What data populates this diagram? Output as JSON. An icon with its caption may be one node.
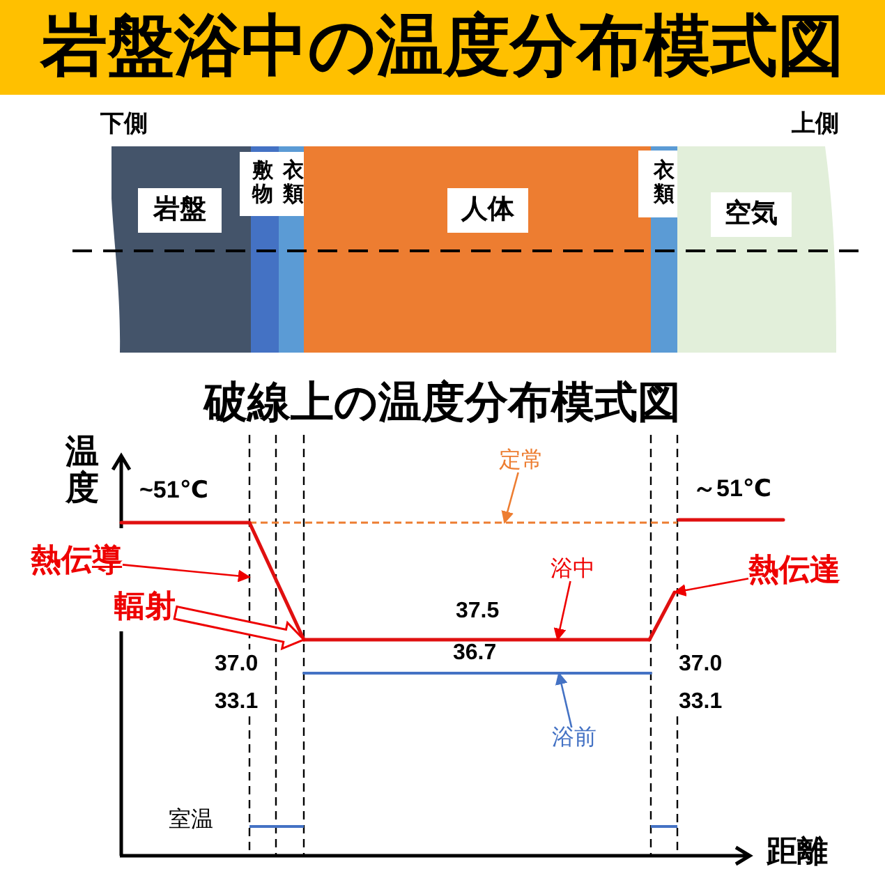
{
  "diagram": {
    "title": "岩盤浴中の温度分布模式図",
    "nodes": [
      {
        "text": [
          "岩盤"
        ]
      },
      {
        "text": [
          "敷物"
        ]
      },
      {
        "text": [
          "衣類"
        ]
      },
      {
        "text": [
          "人体"
        ]
      },
      {
        "text": [
          "衣類"
        ]
      },
      {
        "text": [
          "空気"
        ]
      },
      {
        "text": [
          "熱伝導"
        ]
      },
      {
        "text": [
          "輻射"
        ]
      },
      {
        "text": [
          "熱伝達"
        ]
      },
      {
        "text": [
          "定常"
        ]
      },
      {
        "text": [
          "浴中"
        ]
      },
      {
        "text": [
          "浴前"
        ]
      },
      {
        "text": [],
        "shape": "line"
      },
      {
        "text": [],
        "shape": "line"
      },
      {
        "text": [],
        "shape": "line"
      },
      {
        "text": [],
        "shape": "line"
      },
      {
        "text": [],
        "shape": "line"
      },
      {
        "text": [],
        "shape": "line"
      },
      {
        "text": [],
        "shape": "line"
      }
    ],
    "edges": [
      {
        "from": 6,
        "to": 13,
        "arrow": "to"
      },
      {
        "from": 7,
        "to": 14,
        "arrow": "to",
        "style": "thick"
      },
      {
        "from": 8,
        "to": 15,
        "arrow": "to"
      },
      {
        "from": 9,
        "to": 12,
        "arrow": "to",
        "color": "#ed7d31"
      },
      {
        "from": 10,
        "to": 14,
        "arrow": "to"
      },
      {
        "from": 11,
        "to": 16,
        "arrow": "to",
        "color": "#4472c4"
      }
    ],
    "labels": [
      "下側",
      "上側",
      "破線上の温度分布模式図",
      "温度",
      "~51℃",
      "～51℃",
      "37.5",
      "36.7",
      "37.0",
      "37.0",
      "33.1",
      "33.1",
      "室温",
      "距離"
    ]
  }
}
